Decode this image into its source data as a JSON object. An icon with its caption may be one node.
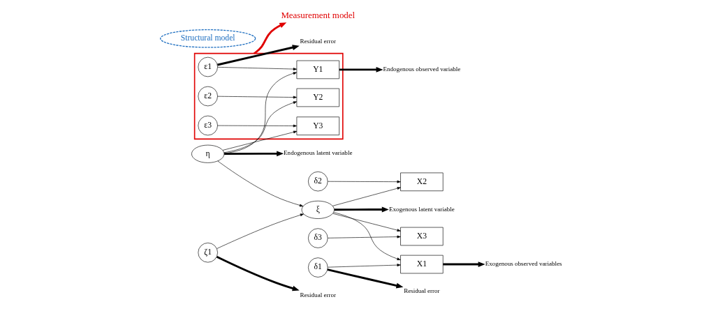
{
  "diagram": {
    "nodes": [
      {
        "text": [],
        "shape": "box"
      },
      {
        "text": [
          "ε1"
        ],
        "in": 0
      },
      {
        "text": [
          "Y1"
        ],
        "in": 0
      },
      {
        "text": [
          "ε2"
        ],
        "in": 0
      },
      {
        "text": [
          "Y2"
        ],
        "in": 0
      },
      {
        "text": [
          "ε3"
        ],
        "in": 0
      },
      {
        "text": [
          "Y3"
        ],
        "in": 0
      },
      {
        "text": [
          "η"
        ]
      },
      {
        "text": [
          "Structural model"
        ]
      },
      {
        "text": [
          "ζ1"
        ]
      },
      {
        "text": [
          "ξ"
        ]
      },
      {
        "text": [
          "X1"
        ]
      },
      {
        "text": [
          "X2"
        ]
      },
      {
        "text": [
          "X3"
        ]
      },
      {
        "text": [
          "δ1"
        ]
      },
      {
        "text": [
          "δ2"
        ]
      },
      {
        "text": [
          "δ3"
        ]
      },
      {
        "text": [
          "Residual error"
        ]
      },
      {
        "text": [
          "Endogenous observed variable"
        ]
      },
      {
        "text": [
          "Residual error"
        ]
      },
      {
        "text": [
          "Exogenous observed variables"
        ]
      },
      {
        "text": [
          "Residual error"
        ]
      },
      {
        "text": [
          "Measurement model"
        ]
      },
      {
        "text": [
          "Endogenous latent variable"
        ]
      },
      {
        "text": [
          "Exogenous latent variable"
        ]
      }
    ],
    "edges": [
      {
        "from": 1,
        "to": 2,
        "arrow": "to"
      },
      {
        "from": 3,
        "to": 4,
        "arrow": "to"
      },
      {
        "from": 5,
        "to": 6,
        "arrow": "to"
      },
      {
        "from": 7,
        "to": 2,
        "arrow": "to"
      },
      {
        "from": 7,
        "to": 4,
        "arrow": "to"
      },
      {
        "from": 7,
        "to": 6,
        "arrow": "to"
      },
      {
        "from": 7,
        "to": 10,
        "arrow": "to"
      },
      {
        "from": 9,
        "to": 10,
        "arrow": "to"
      },
      {
        "from": 10,
        "to": 11,
        "arrow": "to"
      },
      {
        "from": 10,
        "to": 12,
        "arrow": "to"
      },
      {
        "from": 10,
        "to": 13,
        "arrow": "to"
      },
      {
        "from": 14,
        "to": 11,
        "arrow": "to"
      },
      {
        "from": 15,
        "to": 12,
        "arrow": "to"
      },
      {
        "from": 16,
        "to": 13,
        "arrow": "to"
      },
      {
        "from": 1,
        "to": 17,
        "arrow": "to",
        "style": "thick"
      },
      {
        "from": 2,
        "to": 18,
        "arrow": "to",
        "style": "thick"
      },
      {
        "from": 9,
        "to": 19,
        "arrow": "to",
        "style": "thick"
      },
      {
        "from": 11,
        "to": 20,
        "arrow": "to",
        "style": "thick"
      },
      {
        "from": 14,
        "to": 21,
        "arrow": "to",
        "style": "thick"
      },
      {
        "from": 0,
        "to": 22,
        "arrow": "to",
        "style": "thick",
        "color": "#e00000"
      },
      {
        "from": 7,
        "to": 23,
        "arrow": "to",
        "style": "thick"
      },
      {
        "from": 10,
        "to": 24,
        "arrow": "to",
        "style": "thick"
      }
    ]
  }
}
